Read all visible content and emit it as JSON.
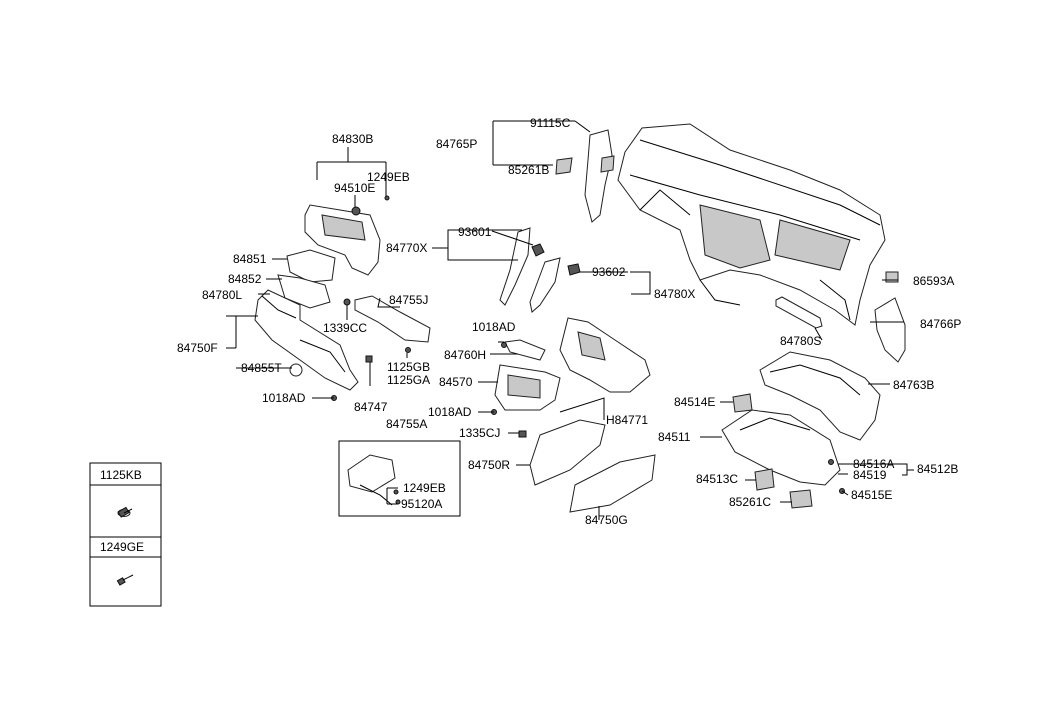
{
  "diagram": {
    "part_labels": [
      "84830B",
      "1249EB",
      "94510E",
      "84851",
      "84852",
      "84780L",
      "84750F",
      "84855T",
      "1018AD",
      "84747",
      "1339CC",
      "84755J",
      "1125GB",
      "1125GA",
      "84755A",
      "1249EB",
      "95120A",
      "91115C",
      "84765P",
      "85261B",
      "84770X",
      "93601",
      "93602",
      "84780X",
      "1018AD",
      "84760H",
      "84570",
      "1018AD",
      "H84771",
      "1335CJ",
      "84750R",
      "84750G",
      "86593A",
      "84766P",
      "84780S",
      "84763B",
      "84514E",
      "84511",
      "84516A",
      "84519",
      "84512B",
      "84513C",
      "85261C",
      "84515E"
    ],
    "legend": [
      {
        "code": "1125KB",
        "icon": "bolt-with-washer-icon"
      },
      {
        "code": "1249GE",
        "icon": "screw-icon"
      }
    ]
  }
}
